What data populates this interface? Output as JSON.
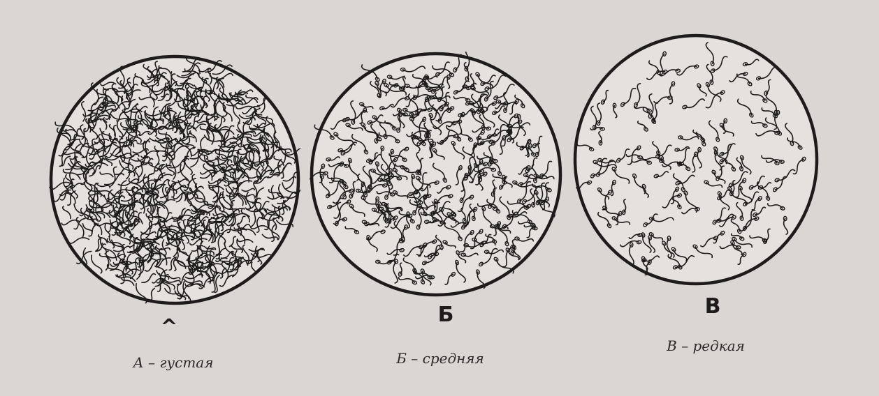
{
  "panels": [
    {
      "letter": "^",
      "caption": "А – густая"
    },
    {
      "letter": "Б",
      "caption": "Б – средняя"
    },
    {
      "letter": "В",
      "caption": "В – редкая"
    }
  ],
  "colors": {
    "paper": "#d9d6d4",
    "ink": "#1d1b1b",
    "dish_fill": "#e4e1de"
  }
}
